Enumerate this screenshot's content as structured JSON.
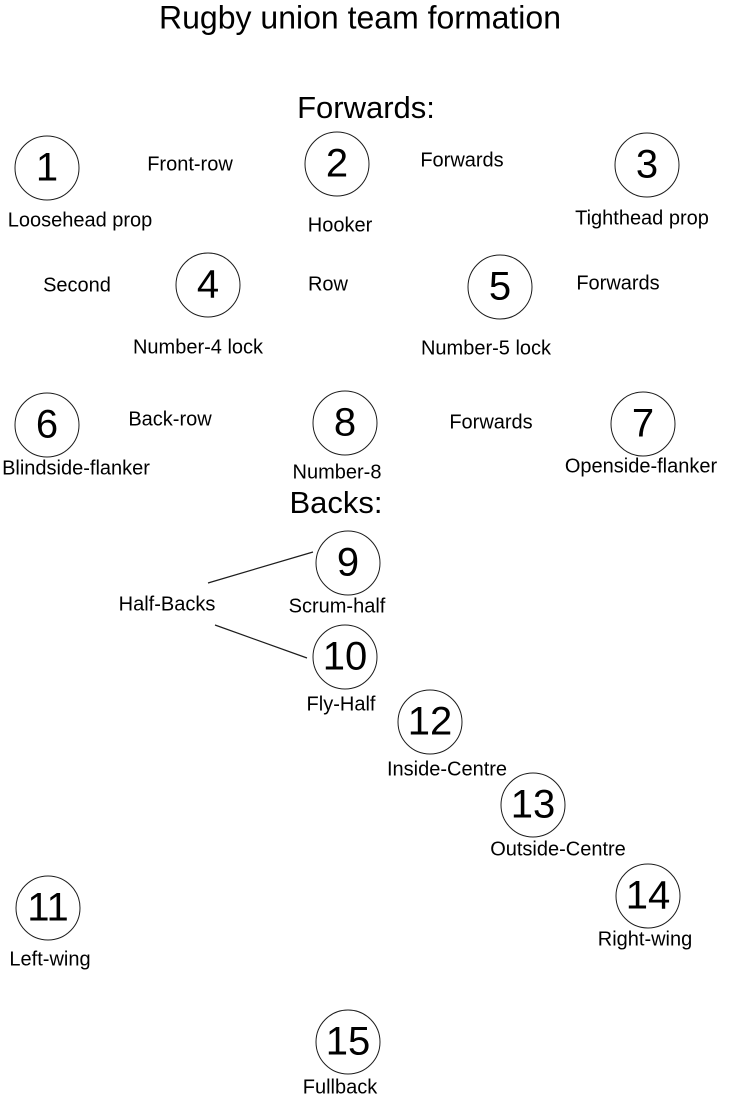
{
  "title": "Rugby union team formation",
  "headings": {
    "forwards": "Forwards:",
    "backs": "Backs:"
  },
  "group_labels": {
    "front_row": "Front-row",
    "front_row_forwards": "Forwards",
    "second": "Second",
    "row": "Row",
    "second_row_forwards": "Forwards",
    "back_row": "Back-row",
    "back_row_forwards": "Forwards",
    "half_backs": "Half-Backs"
  },
  "players": [
    {
      "number": "1",
      "role": "Loosehead prop"
    },
    {
      "number": "2",
      "role": "Hooker"
    },
    {
      "number": "3",
      "role": "Tighthead prop"
    },
    {
      "number": "4",
      "role": "Number-4 lock"
    },
    {
      "number": "5",
      "role": "Number-5 lock"
    },
    {
      "number": "6",
      "role": "Blindside-flanker"
    },
    {
      "number": "8",
      "role": "Number-8"
    },
    {
      "number": "7",
      "role": "Openside-flanker"
    },
    {
      "number": "9",
      "role": "Scrum-half"
    },
    {
      "number": "10",
      "role": "Fly-Half"
    },
    {
      "number": "12",
      "role": "Inside-Centre"
    },
    {
      "number": "13",
      "role": "Outside-Centre"
    },
    {
      "number": "11",
      "role": "Left-wing"
    },
    {
      "number": "14",
      "role": "Right-wing"
    },
    {
      "number": "15",
      "role": "Fullback"
    }
  ],
  "colors": {
    "background": "#ffffff",
    "text": "#000000",
    "circle_stroke": "#1c1c1c",
    "connector_line": "#1c1c1c"
  }
}
